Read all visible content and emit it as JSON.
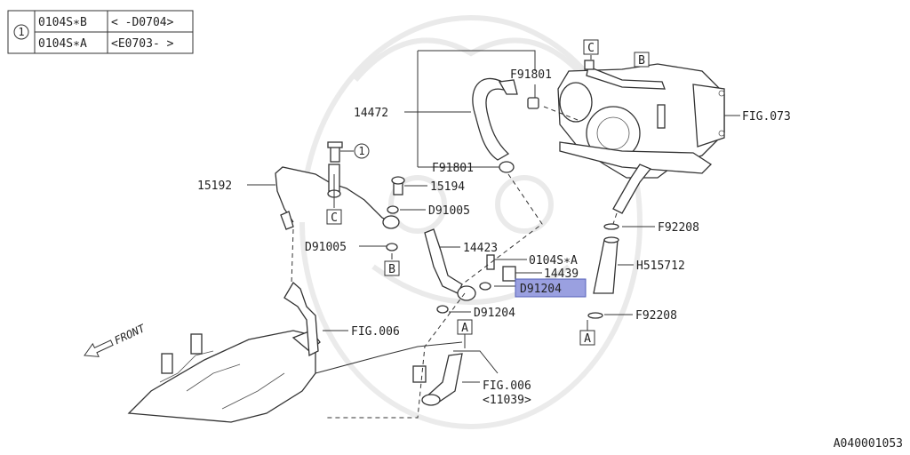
{
  "legend": {
    "symbol": "1",
    "rows": [
      {
        "part": "0104S∗B",
        "range": "< -D0704>"
      },
      {
        "part": "0104S∗A",
        "range": "<E0703- >"
      }
    ]
  },
  "callouts": {
    "p14472": "14472",
    "f91801_top": "F91801",
    "f91801_mid": "F91801",
    "fig073": "FIG.073",
    "p15192": "15192",
    "p15194": "15194",
    "d91005_a": "D91005",
    "d91005_b": "D91005",
    "p14423": "14423",
    "p0104sa": "0104S∗A",
    "p14439": "14439",
    "d91204_hl": "D91204",
    "d91204": "D91204",
    "f92208_top": "F92208",
    "h515712": "H515712",
    "f92208_bot": "F92208",
    "fig006_a": "FIG.006",
    "fig006_b": "FIG.006",
    "fig006_b_sub": "<11039>",
    "front": "FRONT",
    "circled_1": "1"
  },
  "refs": {
    "a": "A",
    "b": "B",
    "c": "C"
  },
  "diagram_id": "A040001053",
  "colors": {
    "highlight": "#9aa0e0",
    "highlight_border": "#5560b8"
  }
}
